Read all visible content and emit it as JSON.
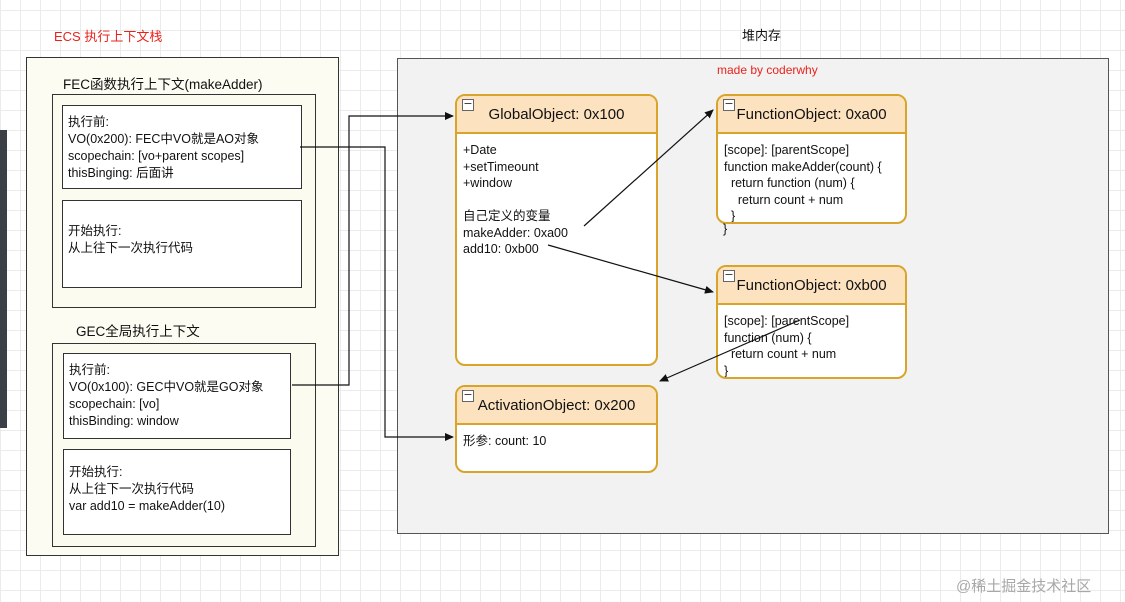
{
  "labels": {
    "ecs_stack": "ECS 执行上下文栈",
    "heap": "堆内存",
    "made_by": "made by coderwhy",
    "watermark": "@稀土掘金技术社区"
  },
  "fec": {
    "title": "FEC函数执行上下文(makeAdder)",
    "before_lines": [
      "执行前:",
      "VO(0x200): FEC中VO就是AO对象",
      "scopechain: [vo+parent scopes]",
      "thisBinging: 后面讲"
    ],
    "exec_lines": [
      "开始执行:",
      "从上往下一次执行代码"
    ]
  },
  "gec": {
    "title": "GEC全局执行上下文",
    "before_lines": [
      "执行前:",
      "VO(0x100): GEC中VO就是GO对象",
      "scopechain: [vo]",
      "thisBinding: window"
    ],
    "exec_lines": [
      "开始执行:",
      "从上往下一次执行代码",
      "var add10 = makeAdder(10)"
    ]
  },
  "objects": {
    "global": {
      "title": "GlobalObject: 0x100",
      "lines": [
        "+Date",
        "+setTimeount",
        "+window",
        "",
        "自己定义的变量",
        "makeAdder: 0xa00",
        "add10: 0xb00"
      ]
    },
    "fn_a00": {
      "title": "FunctionObject: 0xa00",
      "lines": [
        "[scope]: [parentScope]",
        "function makeAdder(count) {",
        "  return function (num) {",
        "    return count + num",
        "  }"
      ],
      "tail": "}"
    },
    "fn_b00": {
      "title": "FunctionObject: 0xb00",
      "lines": [
        "[scope]: [parentScope]",
        "function (num) {",
        "  return count + num",
        "}"
      ]
    },
    "activation": {
      "title": "ActivationObject: 0x200",
      "lines": [
        "形参: count: 10"
      ]
    }
  },
  "colors": {
    "accent_red": "#e8231c",
    "object_border": "#d8a52a",
    "object_header": "#fde2c0",
    "stack_bg": "#fcfcf2",
    "heap_bg": "#f2f2f2"
  }
}
